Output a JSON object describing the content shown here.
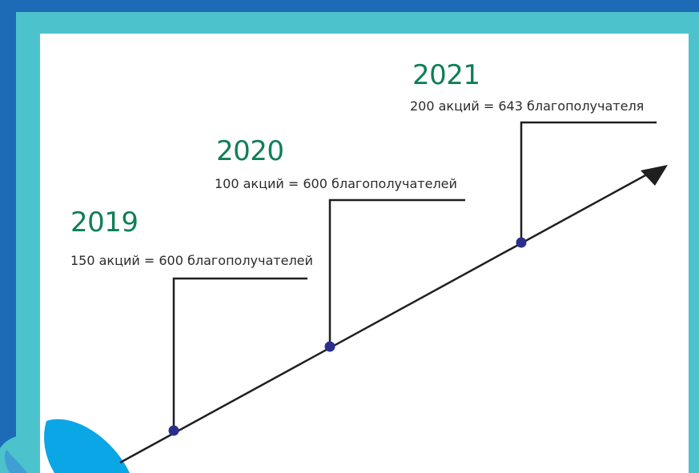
{
  "milestones": [
    {
      "year": "2019",
      "text": "150 акций = 600 благополучателей"
    },
    {
      "year": "2020",
      "text": "100 акций = 600 благополучателей"
    },
    {
      "year": "2021",
      "text": "200 акций = 643 благополучателя"
    }
  ],
  "colors": {
    "outer_blue": "#1d6bb6",
    "border_teal": "#4cc3cc",
    "panel": "#ffffff",
    "year_green": "#0f7f56",
    "dot": "#2b2f8c",
    "line": "#1f1f1f",
    "corner_blue": "#0aa6e6"
  }
}
